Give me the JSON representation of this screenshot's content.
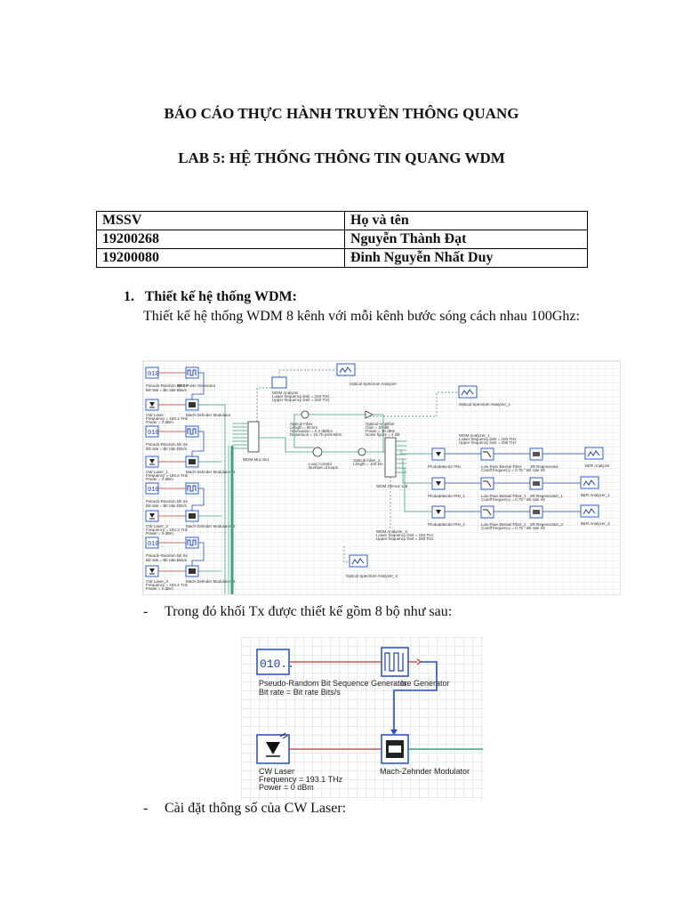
{
  "header": {
    "report_title": "BÁO CÁO THỰC HÀNH TRUYỀN THÔNG QUANG",
    "lab_title": "LAB 5: HỆ THỐNG THÔNG TIN QUANG WDM"
  },
  "students_table": {
    "headers": [
      "MSSV",
      "Họ và tên"
    ],
    "rows": [
      [
        "19200268",
        "Nguyễn Thành Đạt"
      ],
      [
        "19200080",
        "Đinh Nguyễn Nhất Duy"
      ]
    ]
  },
  "section1": {
    "heading": "1.   Thiết kế hệ thống WDM:",
    "text": "Thiết kế hệ thống WDM 8 kênh với mỗi kênh bước sóng cách nhau 100Ghz:"
  },
  "diagram_full": {
    "labels": {
      "prbs": "Pseudo-Random Bit Se",
      "bitrate": "Bit rate = Bit rate  Bits/s",
      "nrz": "NRZ Pulse Generator",
      "cw_laser": "CW Laser",
      "cw_laser_1": "CW Laser_1",
      "cw_laser_2": "CW Laser_2",
      "cw_laser_3": "CW Laser_3",
      "freq0": "Frequency = 193.1  THz",
      "freq1": "Frequency = 193.2  THz",
      "freq2": "Frequency = 193.3  THz",
      "freq3": "Frequency = 193.4  THz",
      "power": "Power = 0  dBm",
      "mzm": "Mach-Zehnder Modulator",
      "mzm1": "Mach-Zehnder Modulator_1",
      "mzm2": "Mach-Zehnder Modulator_2",
      "mzm3": "Mach-Zehnder Modulator_3",
      "wdm_analyzer": "WDM Analyzer",
      "wdm_lower": "Lower frequency limit = 193  THz",
      "wdm_upper": "Upper frequency limit = 200  THz",
      "osa": "Optical Spectrum Analyzer",
      "osa1": "Optical Spectrum Analyzer_1",
      "osa2": "Optical Spectrum Analyzer_2",
      "mux": "WDM Mux 8x1",
      "fiber": "Optical Fiber",
      "fiber_len": "Length = 80  km",
      "fiber_att": "Attenuation = 0.2  dB/km",
      "fiber_disp": "Dispersion = 16.75  ps/nm/km",
      "amp": "Optical Amplifier",
      "amp_gain": "Gain = 20  dB",
      "amp_power": "Power = 10  dBm",
      "amp_nf": "Noise figure = 4  dB",
      "loop": "Loop Control",
      "loops": "Number of loops",
      "fiber1": "Optical Fiber_1",
      "fiber1_len": "Length = 100  km",
      "analyzer1": "WDM Analyzer_1",
      "analyzer2": "WDM Analyzer_2",
      "demux": "WDM Demux 1x8",
      "pin": "Photodetector PIN",
      "pin1": "Photodetector PIN_1",
      "pin2": "Photodetector PIN_2",
      "filter": "Low Pass Bessel Filter",
      "filter1": "Low Pass Bessel Filter_1",
      "filter2": "Low Pass Bessel Filter_2",
      "cutoff": "Cutoff frequency = 0.75 * Bit rate  Hz",
      "regen": "3R Regenerator",
      "regen1": "3R Regenerator_1",
      "regen2": "3R Regenerator_2",
      "ber": "BER Analyzer",
      "ber1": "BER Analyzer_1",
      "ber2": "BER Analyzer_2"
    }
  },
  "bullet1": "Trong đó khối Tx được thiết kế gồm 8 bộ như sau:",
  "diagram_tx": {
    "prbs_icon": "010..",
    "prbs_label": "Pseudo-Random Bit Sequence Generator",
    "nrz_label": "lse Generator",
    "bitrate": "Bit rate = Bit rate  Bits/s",
    "laser_label": "CW Laser",
    "laser_freq": "Frequency = 193.1  THz",
    "laser_power": "Power = 0  dBm",
    "mzm_label": "Mach-Zehnder Modulator"
  },
  "bullet2": "Cài đặt thông số của CW Laser:",
  "colors": {
    "wire_red": "#c0392b",
    "wire_blue": "#1f4fbf",
    "wire_green": "#3aa37a",
    "wire_dash": "#2f8f6f"
  }
}
